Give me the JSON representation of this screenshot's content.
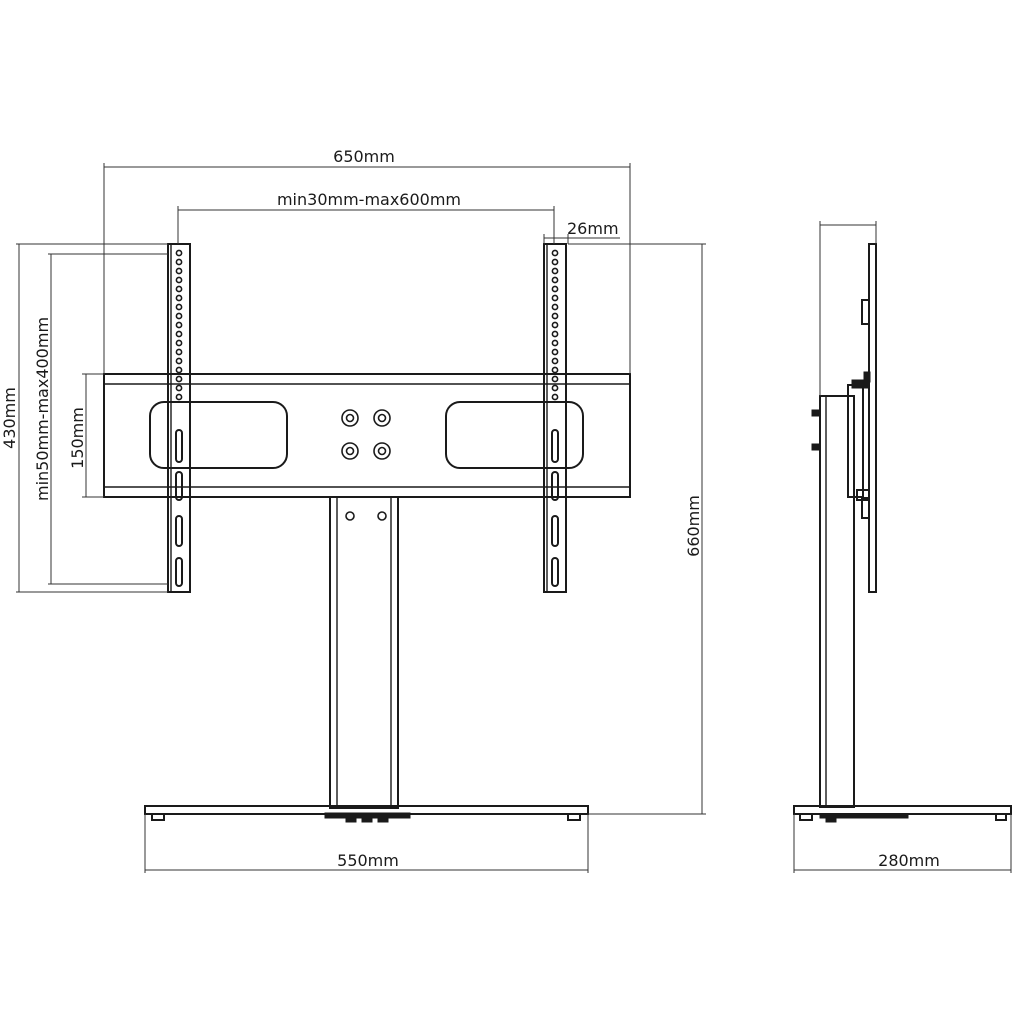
{
  "front_view": {
    "overall_width": "650mm",
    "hole_spacing": "min30mm-max600mm",
    "arm_width": "26mm",
    "arm_height": "430mm",
    "vertical_spacing": "min50mm-max400mm",
    "bracket_height": "150mm",
    "total_height": "660mm",
    "base_width": "550mm"
  },
  "side_view": {
    "base_depth": "280mm"
  },
  "colors": {
    "line": "#1a1a1a",
    "background": "#ffffff"
  }
}
